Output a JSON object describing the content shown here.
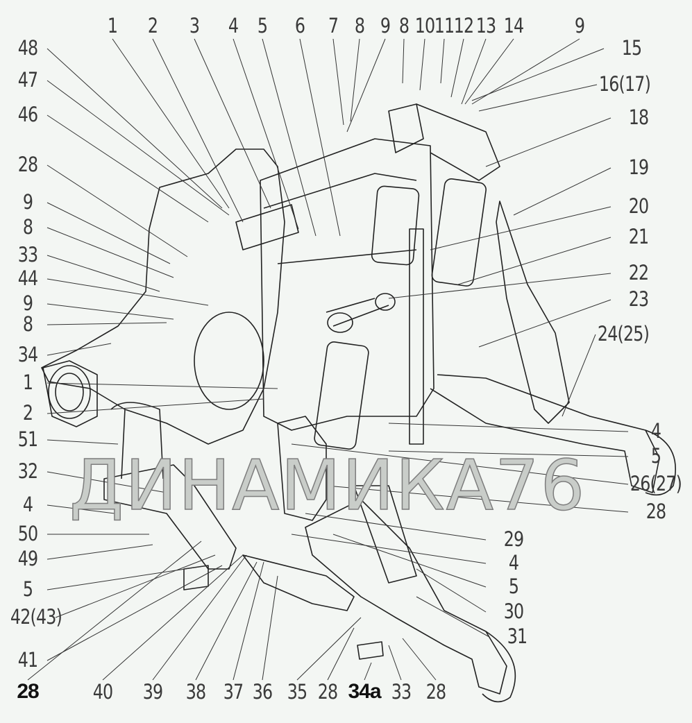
{
  "watermark": "ДИНАМИКА76",
  "labels": {
    "top": [
      "1",
      "2",
      "3",
      "4",
      "5",
      "6",
      "7",
      "8",
      "9",
      "8",
      "10",
      "11",
      "12",
      "13",
      "14",
      "9"
    ],
    "right": [
      "15",
      "16(17)",
      "18",
      "19",
      "20",
      "21",
      "22",
      "23",
      "24(25)"
    ],
    "left": [
      "48",
      "47",
      "46",
      "28",
      "9",
      "8",
      "33",
      "44",
      "9",
      "8",
      "34",
      "1",
      "2",
      "51",
      "32",
      "4",
      "50",
      "49",
      "5",
      "42(43)",
      "41"
    ],
    "middle": [
      "4",
      "5",
      "26(27)",
      "28",
      "29",
      "4",
      "5",
      "30",
      "31"
    ],
    "bottom": [
      "40",
      "39",
      "38",
      "37",
      "36",
      "35",
      "28",
      "33",
      "28"
    ],
    "bold": [
      "28",
      "34a"
    ]
  }
}
